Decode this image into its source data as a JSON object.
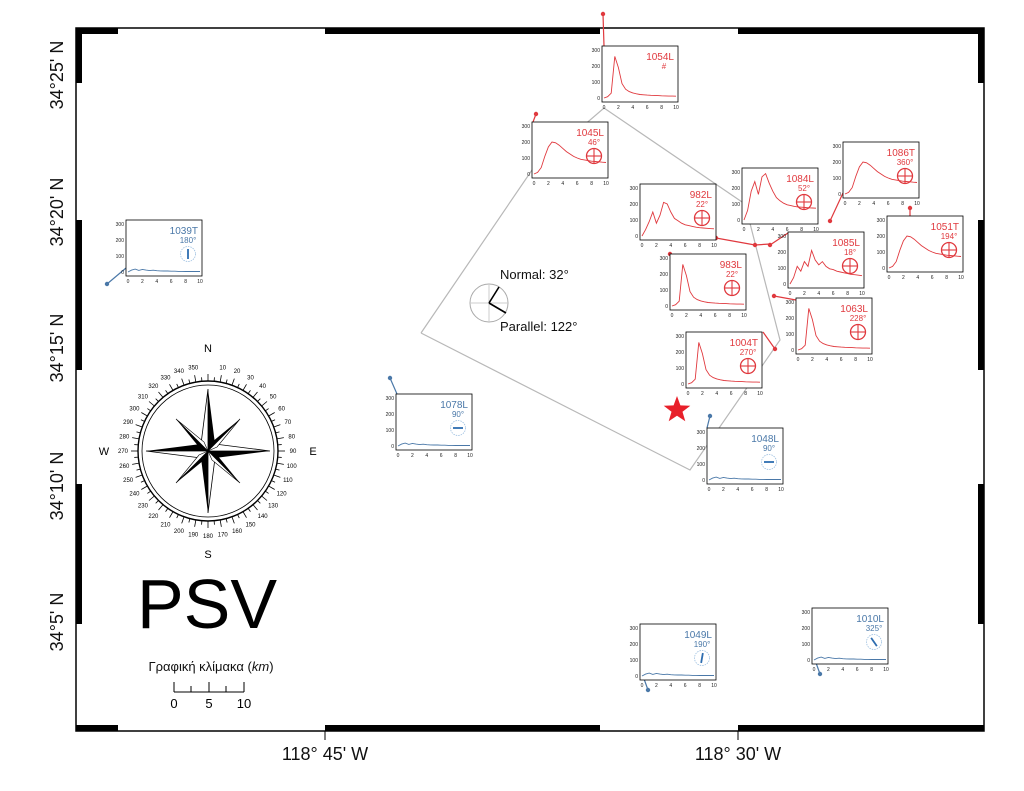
{
  "map": {
    "title": "PSV",
    "lon_labels": [
      "118° 45' W",
      "118° 30' W"
    ],
    "lat_labels": [
      "34°25' N",
      "34°20' N",
      "34°15' N",
      "34°10' N",
      "34°5' N"
    ],
    "scale_bar": {
      "title_text": "Γραφική κλίμακα (",
      "title_unit": "km",
      "title_close": ")",
      "ticks": [
        "0",
        "5",
        "10"
      ]
    },
    "fault_legend": {
      "normal": "Normal: 32°",
      "parallel": "Parallel: 122°"
    },
    "compass": {
      "cardinals": {
        "n": "N",
        "e": "E",
        "s": "S",
        "w": "W"
      },
      "degree_step": 10
    },
    "colors": {
      "red_station": "#e0393e",
      "blue_station": "#4a78a8",
      "epicenter": "#e8202a"
    }
  },
  "stations": [
    {
      "id": "1054L",
      "angle": "#",
      "group": "red",
      "glyph": "hash",
      "curve": "sharp"
    },
    {
      "id": "1045L",
      "angle": "46°",
      "group": "red",
      "glyph": "cross",
      "curve": "broad"
    },
    {
      "id": "982L",
      "angle": "22°",
      "group": "red",
      "glyph": "cross",
      "curve": "multi"
    },
    {
      "id": "1084L",
      "angle": "52°",
      "group": "red",
      "glyph": "cross",
      "curve": "twin"
    },
    {
      "id": "1086T",
      "angle": "360°",
      "group": "red",
      "glyph": "cross",
      "curve": "broad"
    },
    {
      "id": "1051T",
      "angle": "194°",
      "group": "red",
      "glyph": "cross",
      "curve": "broad"
    },
    {
      "id": "1085L",
      "angle": "18°",
      "group": "red",
      "glyph": "cross",
      "curve": "noisy"
    },
    {
      "id": "983L",
      "angle": "22°",
      "group": "red",
      "glyph": "cross",
      "curve": "sharp"
    },
    {
      "id": "1063L",
      "angle": "228°",
      "group": "red",
      "glyph": "cross",
      "curve": "sharp"
    },
    {
      "id": "1004T",
      "angle": "270°",
      "group": "red",
      "glyph": "cross",
      "curve": "sharp"
    },
    {
      "id": "1039T",
      "angle": "180°",
      "group": "blue",
      "glyph": "bar",
      "curve": "low"
    },
    {
      "id": "1078L",
      "angle": "90°",
      "group": "blue",
      "glyph": "bar",
      "curve": "low"
    },
    {
      "id": "1048L",
      "angle": "90°",
      "group": "blue",
      "glyph": "bar",
      "curve": "low"
    },
    {
      "id": "1049L",
      "angle": "190°",
      "group": "blue",
      "glyph": "bar",
      "curve": "low"
    },
    {
      "id": "1010L",
      "angle": "325°",
      "group": "blue",
      "glyph": "bar",
      "curve": "low"
    }
  ],
  "inset_axes": {
    "y_ticks": [
      "0",
      "100",
      "200",
      "300"
    ],
    "x_ticks": [
      "0",
      "2",
      "4",
      "6",
      "8",
      "10"
    ]
  }
}
